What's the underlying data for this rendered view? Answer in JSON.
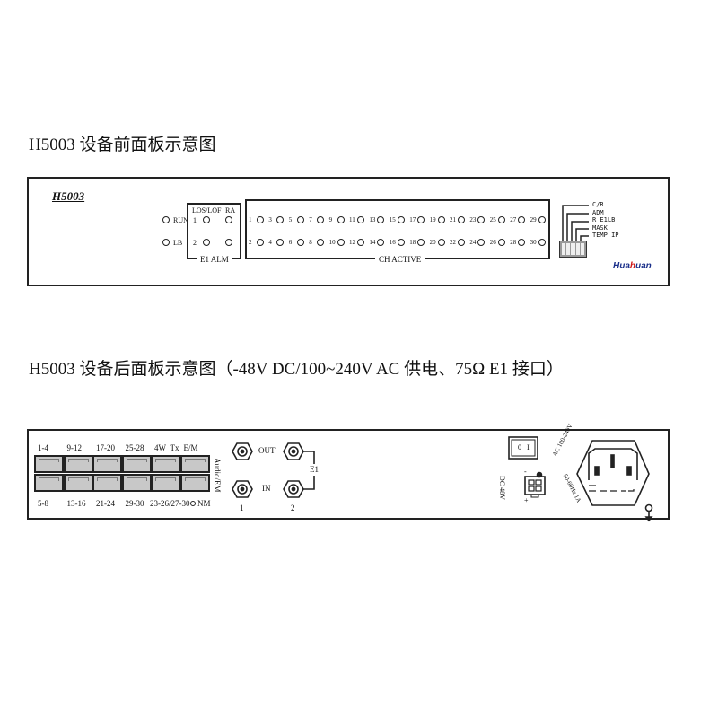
{
  "front_title": "H5003 设备前面板示意图",
  "rear_title": "H5003 设备后面板示意图（-48V DC/100~240V AC 供电、75Ω E1 接口）",
  "front": {
    "model": "H5003",
    "run": "RUN",
    "lb": "LB",
    "e1_alm": {
      "title": "E1 ALM",
      "los_lof": "LOS/LOF",
      "ra": "RA",
      "row1": "1",
      "row2": "2"
    },
    "ch_active": {
      "title": "CH ACTIVE",
      "odd": [
        "1",
        "3",
        "5",
        "7",
        "9",
        "11",
        "13",
        "15",
        "17",
        "19",
        "21",
        "23",
        "25",
        "27",
        "29"
      ],
      "even": [
        "2",
        "4",
        "6",
        "8",
        "10",
        "12",
        "14",
        "16",
        "18",
        "20",
        "22",
        "24",
        "26",
        "28",
        "30"
      ]
    },
    "dip_labels": [
      "C/R",
      "ADM",
      "R_E1LB",
      "MASK",
      "TEMP IP"
    ],
    "brand_a": "Hua",
    "brand_b": "h",
    "brand_c": "uan"
  },
  "rear": {
    "top_ports": [
      "1-4",
      "9-12",
      "17-20",
      "25-28",
      "4W_Tx",
      "E/M"
    ],
    "bottom_ports": [
      "5-8",
      "13-16",
      "21-24",
      "29-30",
      "23-26/27-30"
    ],
    "nm": "NM",
    "audio_em": "Audio/EM",
    "out": "OUT",
    "in": "IN",
    "e1": "E1",
    "bnc1": "1",
    "bnc2": "2",
    "switch_off": "0",
    "switch_on": "I",
    "dc": "DC 48V",
    "dc_minus": "-",
    "dc_plus": "+",
    "ac_rating": "AC 100-240V",
    "ac_freq": "50-60Hz 1A"
  },
  "colors": {
    "brand_blue": "#1a2f8a",
    "brand_red": "#d01818",
    "port_gray": "#c8c8c8"
  }
}
